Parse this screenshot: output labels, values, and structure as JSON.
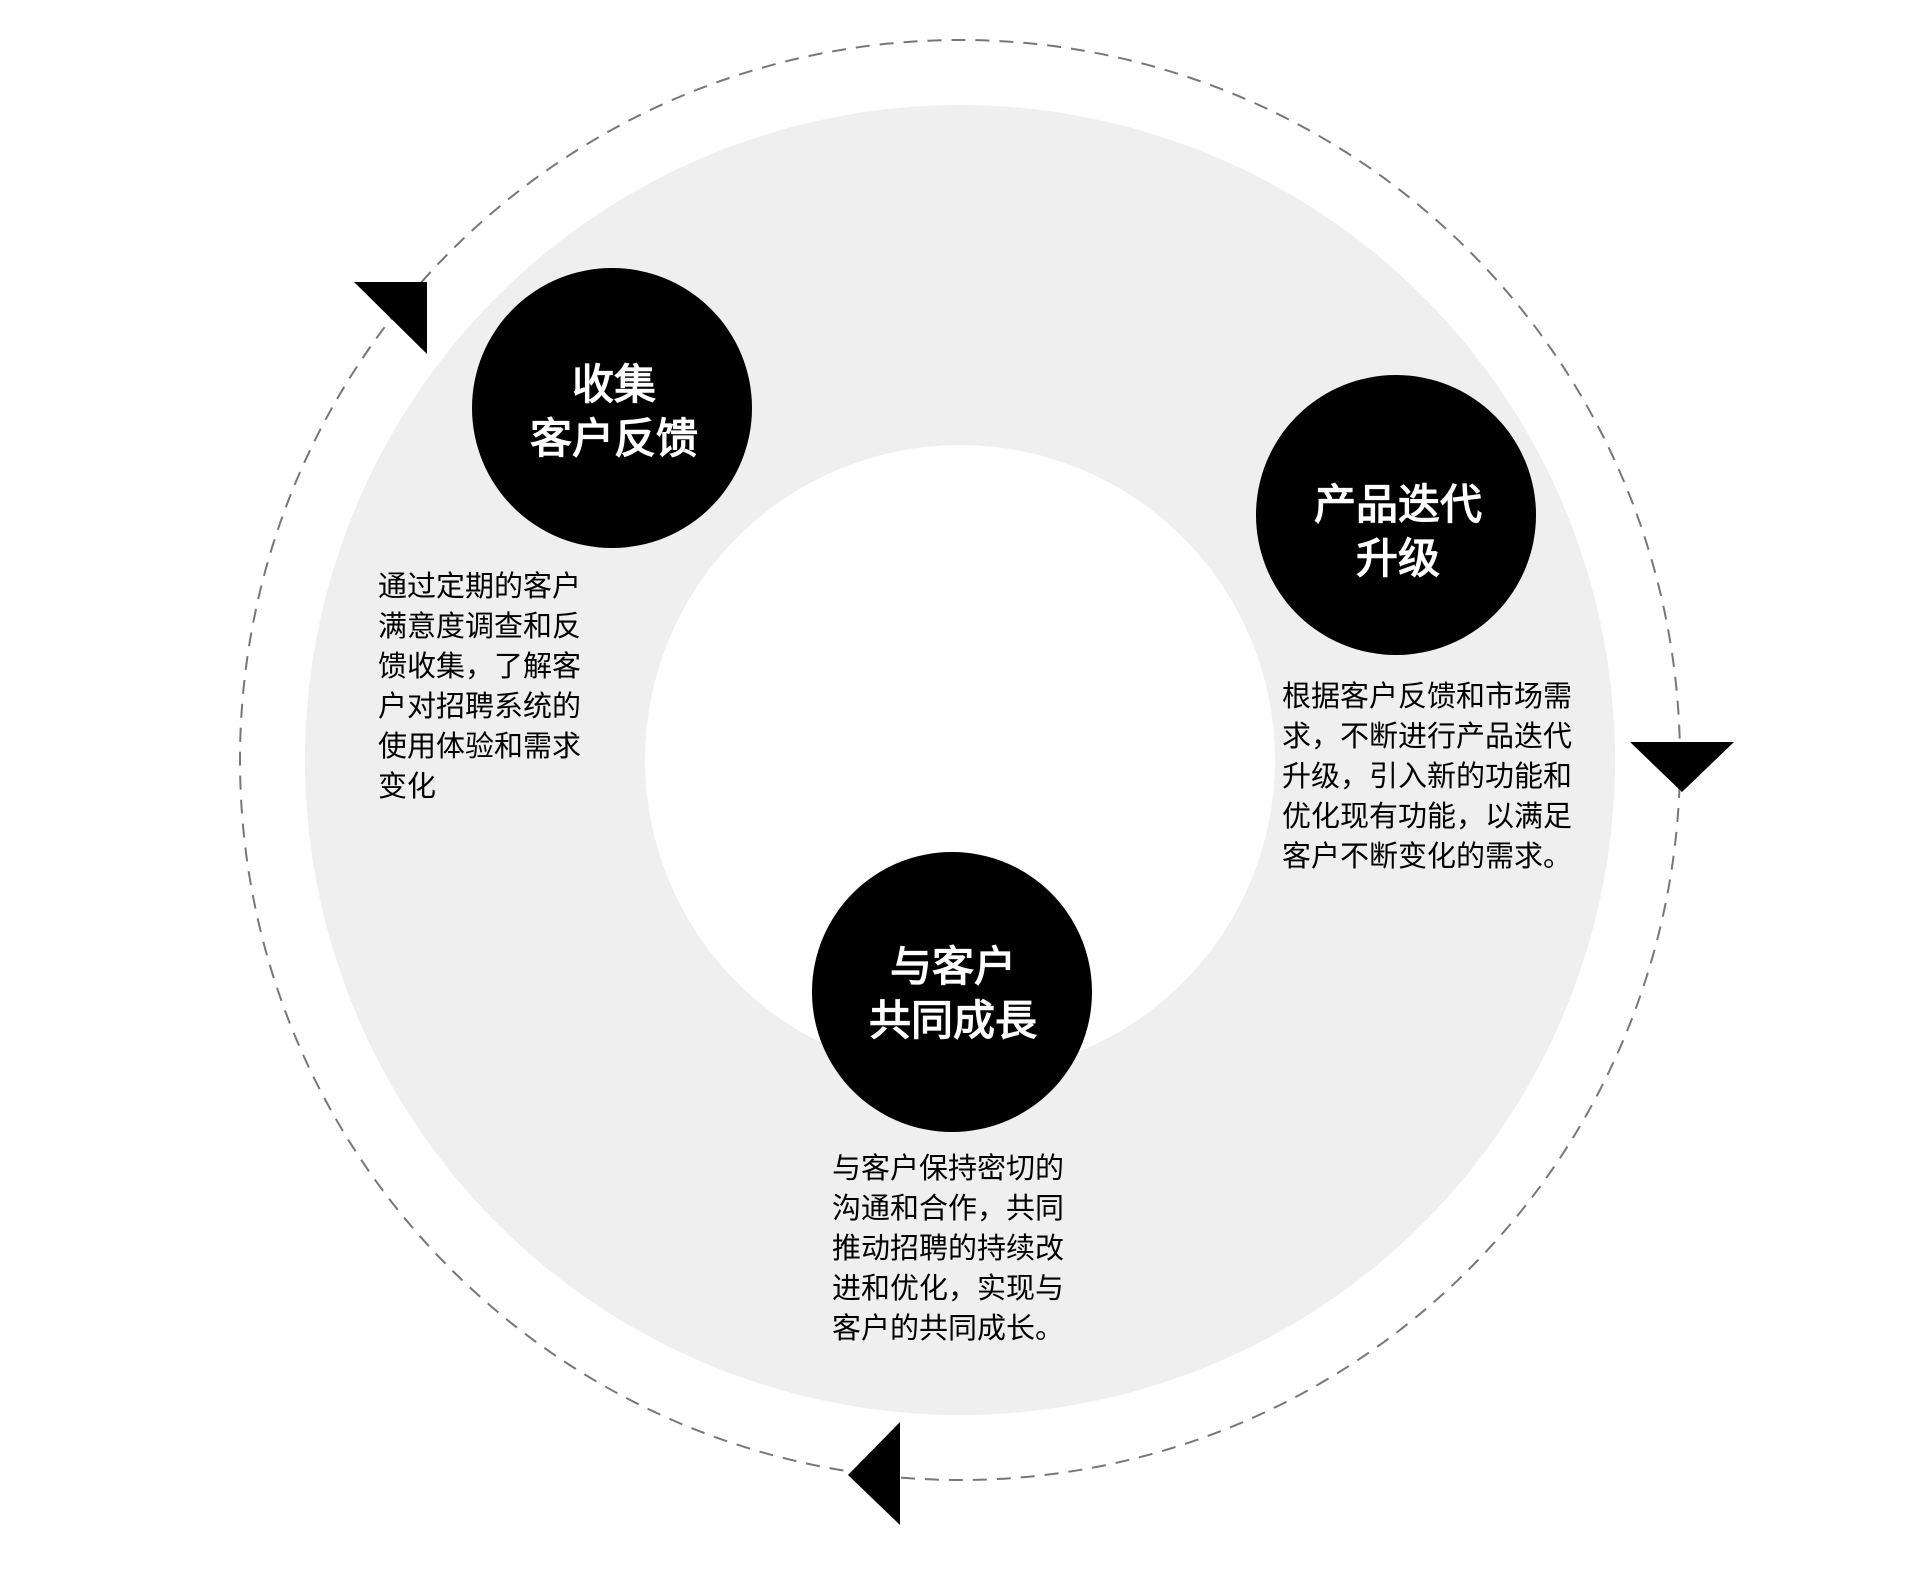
{
  "diagram": {
    "colors": {
      "band": "#efefef",
      "node": "#000000",
      "node_text": "#ffffff",
      "text": "#000000",
      "dashed_ring": "#777777"
    },
    "nodes": [
      {
        "id": "collect",
        "title": "收集\n客户反馈",
        "desc": "通过定期的客户\n满意度调查和反\n馈收集，了解客\n户对招聘系统的\n使用体验和需求\n变化"
      },
      {
        "id": "iterate",
        "title": "产品迭代\n升级",
        "desc": "根据客户反馈和市场需\n求，不断进行产品迭代\n升级，引入新的功能和\n优化现有功能，以满足\n客户不断变化的需求。"
      },
      {
        "id": "grow",
        "title": "与客户\n共同成長",
        "desc": "与客户保持密切的\n沟通和合作，共同\n推动招聘的持续改\n进和优化，实现与\n客户的共同成长。"
      }
    ],
    "arrows": [
      {
        "name": "arrow-top-left-icon",
        "direction": "down-right"
      },
      {
        "name": "arrow-right-icon",
        "direction": "down"
      },
      {
        "name": "arrow-bottom-icon",
        "direction": "left"
      }
    ]
  }
}
